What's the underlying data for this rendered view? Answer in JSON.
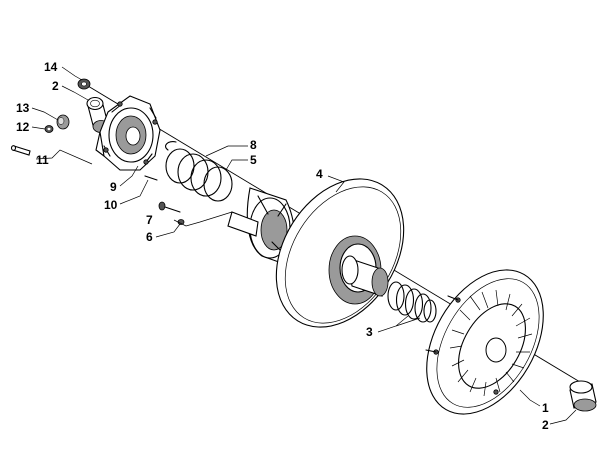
{
  "callouts": [
    {
      "id": "c14",
      "label": "14"
    },
    {
      "id": "c2a",
      "label": "2"
    },
    {
      "id": "c13",
      "label": "13"
    },
    {
      "id": "c12",
      "label": "12"
    },
    {
      "id": "c11",
      "label": "11"
    },
    {
      "id": "c9",
      "label": "9"
    },
    {
      "id": "c10",
      "label": "10"
    },
    {
      "id": "c7",
      "label": "7"
    },
    {
      "id": "c6",
      "label": "6"
    },
    {
      "id": "c8",
      "label": "8"
    },
    {
      "id": "c5",
      "label": "5"
    },
    {
      "id": "c4",
      "label": "4"
    },
    {
      "id": "c3",
      "label": "3"
    },
    {
      "id": "c1",
      "label": "1"
    },
    {
      "id": "c2b",
      "label": "2"
    }
  ]
}
